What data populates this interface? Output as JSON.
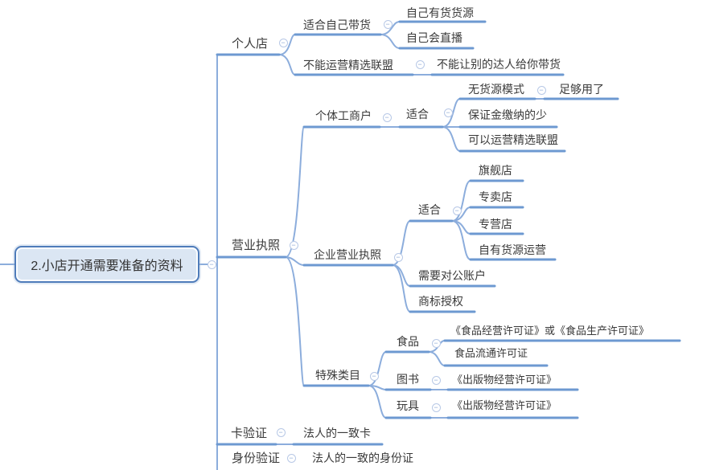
{
  "colors": {
    "branch_line": "#6d99d1",
    "connector": "#8caddc",
    "text": "#3a3a3a",
    "root_fill": "#dbe6f3",
    "root_border": "#4f7cba",
    "toggle_border": "#b7c8e6",
    "toggle_glyph": "#8da9d3"
  },
  "glyphs": {
    "collapse": "−"
  },
  "tree": {
    "root": {
      "label": "2.小店开通需要准备的资料"
    },
    "branches": [
      {
        "label": "个人店",
        "children": [
          {
            "label": "适合自己带货",
            "children": [
              {
                "label": "自己有货货源"
              },
              {
                "label": "自己会直播"
              }
            ]
          },
          {
            "label": "不能运营精选联盟",
            "children": [
              {
                "label": "不能让别的达人给你带货"
              }
            ]
          }
        ]
      },
      {
        "label": "营业执照",
        "children": [
          {
            "label": "个体工商户",
            "children": [
              {
                "label": "适合",
                "children": [
                  {
                    "label": "无货源模式",
                    "children": [
                      {
                        "label": "足够用了"
                      }
                    ]
                  },
                  {
                    "label": "保证金缴纳的少"
                  },
                  {
                    "label": "可以运营精选联盟"
                  }
                ]
              }
            ]
          },
          {
            "label": "企业营业执照",
            "children": [
              {
                "label": "适合",
                "children": [
                  {
                    "label": "旗舰店"
                  },
                  {
                    "label": "专卖店"
                  },
                  {
                    "label": "专营店"
                  },
                  {
                    "label": "自有货源运营"
                  }
                ]
              },
              {
                "label": "需要对公账户"
              },
              {
                "label": "商标授权"
              }
            ]
          },
          {
            "label": "特殊类目",
            "children": [
              {
                "label": "食品",
                "children": [
                  {
                    "label": "《食品经营许可证》或《食品生产许可证》"
                  },
                  {
                    "label": "食品流通许可证"
                  }
                ]
              },
              {
                "label": "图书",
                "children": [
                  {
                    "label": "《出版物经营许可证》"
                  }
                ]
              },
              {
                "label": "玩具",
                "children": [
                  {
                    "label": "《出版物经营许可证》"
                  }
                ]
              }
            ]
          }
        ]
      },
      {
        "label": "卡验证",
        "children": [
          {
            "label": "法人的一致卡"
          }
        ]
      },
      {
        "label": "身份验证",
        "children": [
          {
            "label": "法人的一致的身份证"
          }
        ]
      }
    ]
  }
}
